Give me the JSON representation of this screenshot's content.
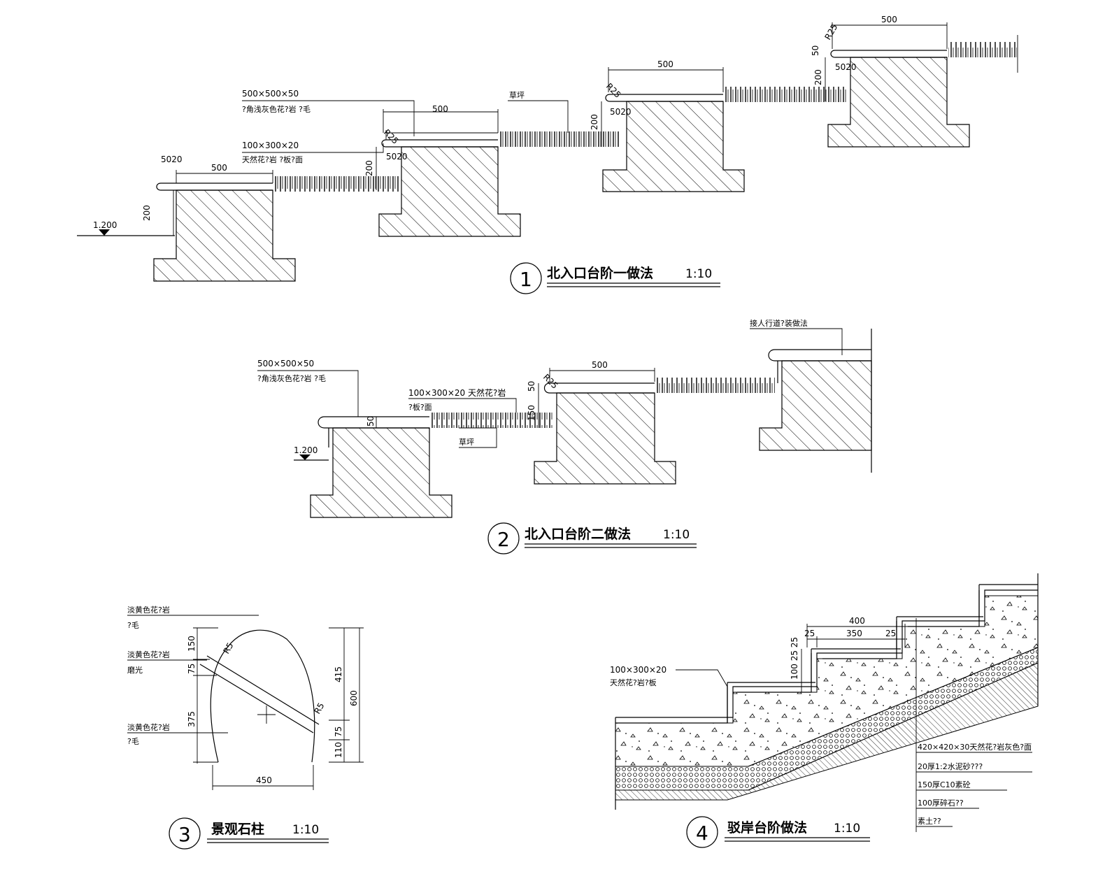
{
  "detail1": {
    "number": "1",
    "title": "北入口台阶一做法",
    "scale": "1:10",
    "note_paver_size": "500×500×50",
    "note_paver_mat": "?角浅灰色花?岩 ?毛",
    "note_strip_size": "100×300×20",
    "note_strip_mat": "天然花?岩 ?板?面",
    "note_lawn": "草坪",
    "elev": "1.200",
    "dim_500": "500",
    "dim_200": "200",
    "dim_5020": "5020",
    "dim_r25": "R25",
    "dim_50": "50"
  },
  "detail2": {
    "number": "2",
    "title": "北入口台阶二做法",
    "scale": "1:10",
    "note_paver_size": "500×500×50",
    "note_paver_mat": "?角浅灰色花?岩 ?毛",
    "note_strip": "100×300×20 天然花?岩",
    "note_strip2": "?板?面",
    "note_lawn": "草坪",
    "note_path": "接人行道?装做法",
    "elev": "1.200",
    "dim_500": "500",
    "dim_50": "50",
    "dim_150": "150",
    "dim_r25": "R25"
  },
  "detail3": {
    "number": "3",
    "title": "景观石柱",
    "scale": "1:10",
    "note_a1": "淡黄色花?岩",
    "note_a2": "?毛",
    "note_b1": "淡黄色花?岩",
    "note_b2": "磨光",
    "note_c1": "淡黄色花?岩",
    "note_c2": "?毛",
    "dim_150": "150",
    "dim_75": "75",
    "dim_375": "375",
    "dim_415": "415",
    "dim_600": "600",
    "dim_75b": "75",
    "dim_110": "110",
    "dim_450": "450",
    "dim_r5": "R5"
  },
  "detail4": {
    "number": "4",
    "title": "驳岸台阶做法",
    "scale": "1:10",
    "dim_400": "400",
    "dim_25a": "25",
    "dim_350": "350",
    "dim_25b": "25",
    "dim_vert": "100 25 25",
    "note_strip_size": "100×300×20",
    "note_strip_mat": "天然花?岩?板",
    "layers": [
      "420×420×30天然花?岩灰色?面",
      "20厚1:2水泥砂???",
      "150厚C10素砼",
      "100厚碎石??",
      "素土??"
    ]
  }
}
